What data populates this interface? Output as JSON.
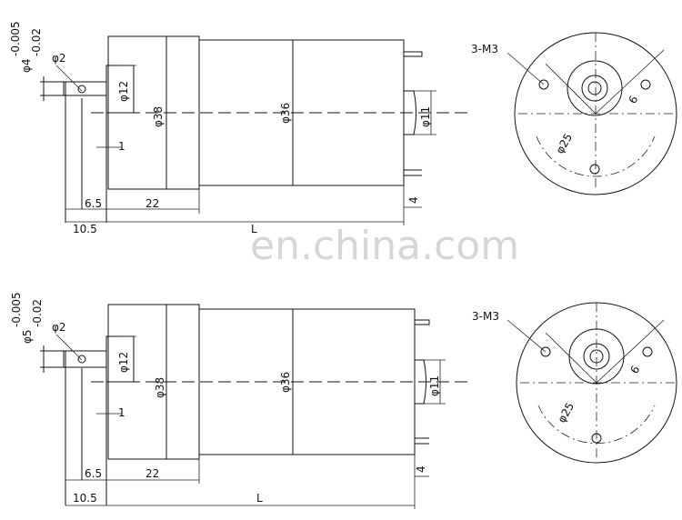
{
  "figures": [
    {
      "shaft_dia": "φ4",
      "tol_upper": "-0.005",
      "tol_lower": "-0.02",
      "hole_dia": "φ2",
      "boss_dia": "φ12",
      "flange_dia": "φ38",
      "body_dia": "φ36",
      "bump_dia": "φ11",
      "terminal": "4",
      "flat": "1",
      "len_65": "6.5",
      "len_22": "22",
      "len_105": "10.5",
      "len_L": "L",
      "screw_label": "3-M3",
      "pcd": "φ25",
      "angle": "6"
    },
    {
      "shaft_dia": "φ5",
      "tol_upper": "-0.005",
      "tol_lower": "-0.02",
      "hole_dia": "φ2",
      "boss_dia": "φ12",
      "flange_dia": "φ38",
      "body_dia": "φ36",
      "bump_dia": "φ11",
      "terminal": "4",
      "flat": "1",
      "len_65": "6.5",
      "len_22": "22",
      "len_105": "10.5",
      "len_L": "L",
      "screw_label": "3-M3",
      "pcd": "φ25",
      "angle": "6"
    }
  ],
  "watermark": "en.china.com"
}
